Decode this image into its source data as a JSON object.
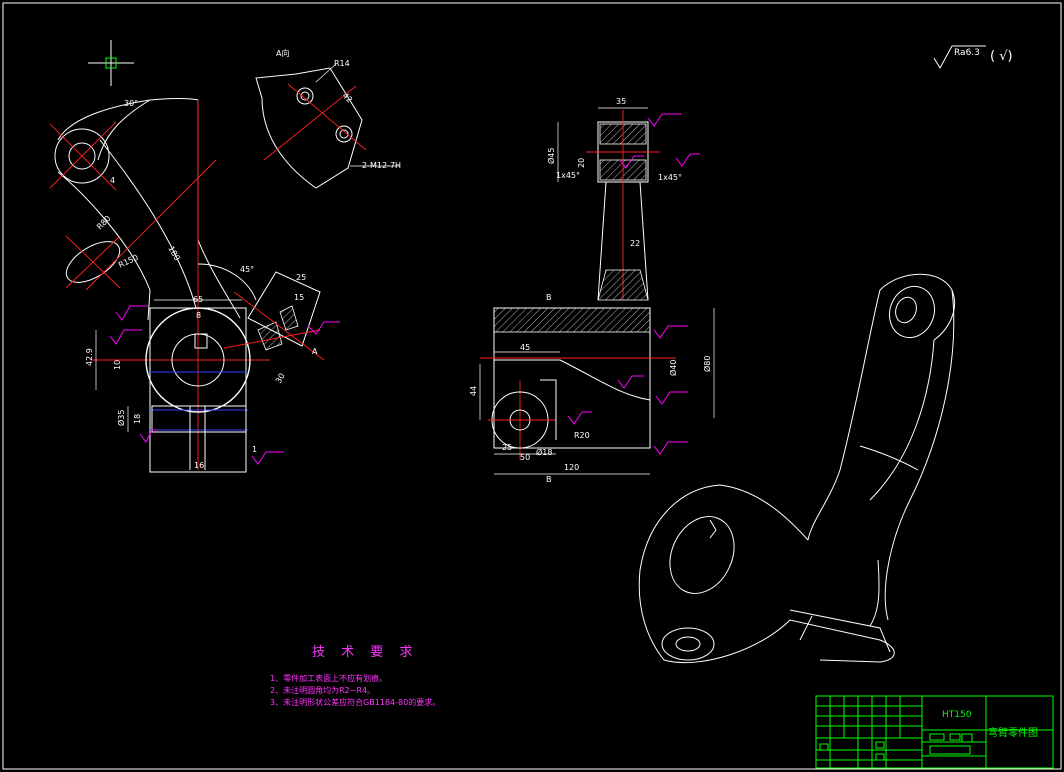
{
  "roughness": {
    "symbol_text": "Ra6.3",
    "paren_text": "( √)"
  },
  "left_view": {
    "direction_label": "A向",
    "section_label": "A",
    "dims": {
      "angle_30": "30°",
      "r14": "R14",
      "d42": "42",
      "thread": "2-M12-7H",
      "d4": "4",
      "r80": "R80",
      "d180": "180",
      "r150": "R150",
      "angle_45": "45°",
      "d25": "25",
      "d15": "15",
      "d65": "65",
      "d8": "8",
      "d42_9": "42.9",
      "d10": "10",
      "d30": "30",
      "d35": "Ø35",
      "d18": "18",
      "d1": "1",
      "d16": "16"
    }
  },
  "front_view": {
    "section_b_top": "B",
    "section_b_bottom": "B",
    "dims": {
      "d35": "35",
      "d45": "Ø45",
      "d20": "20",
      "chamfer_left": "1x45°",
      "chamfer_right": "1x45°",
      "d22": "22",
      "d45_h": "45",
      "d40": "Ø40",
      "d80": "Ø80",
      "d44": "44",
      "r20": "R20",
      "d25": "25",
      "d18": "Ø18",
      "d50": "50",
      "d120": "120"
    }
  },
  "tech_requirements": {
    "title": "技 术 要 求",
    "items": [
      "1、零件加工表面上不应有划痕。",
      "2、未注明圆角均为R2~R4。",
      "3、未注明形状公差应符合GB1184-80的要求。"
    ]
  },
  "title_block": {
    "material": "HT150",
    "drawing_name": "弯臂零件图"
  }
}
